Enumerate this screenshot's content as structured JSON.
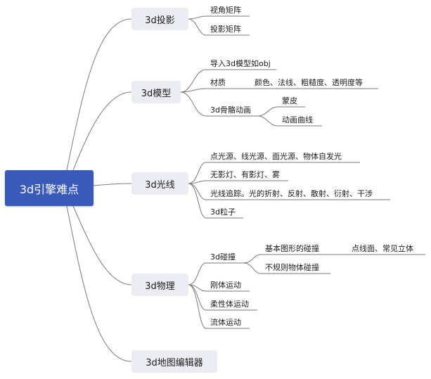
{
  "root": {
    "label": "3d引擎难点",
    "color": "#3a5ab9"
  },
  "branches": {
    "projection": {
      "label": "3d投影",
      "children": [
        "视角矩阵",
        "投影矩阵"
      ]
    },
    "model": {
      "label": "3d模型",
      "import": "导入3d模型如obj",
      "material": {
        "label": "材质",
        "detail": "颜色、法线、粗糙度、透明度等"
      },
      "skeleton": {
        "label": "3d骨骼动画",
        "children": [
          "蒙皮",
          "动画曲线"
        ]
      }
    },
    "light": {
      "label": "3d光线",
      "children": [
        "点光源、线光源、面光源、物体自发光",
        "无影灯、有影灯、雾",
        "光线追踪。光的折射、反射、散射、衍射、干涉",
        "3d粒子"
      ]
    },
    "physics": {
      "label": "3d物理",
      "collision": {
        "label": "3d碰撞",
        "basic": {
          "label": "基本图形的碰撞",
          "detail": "点线面、常见立体"
        },
        "irregular": "不规则物体碰撞"
      },
      "children": [
        "刚体运动",
        "柔性体运动",
        "流体运动"
      ]
    },
    "map_editor": {
      "label": "3d地图编辑器"
    }
  }
}
